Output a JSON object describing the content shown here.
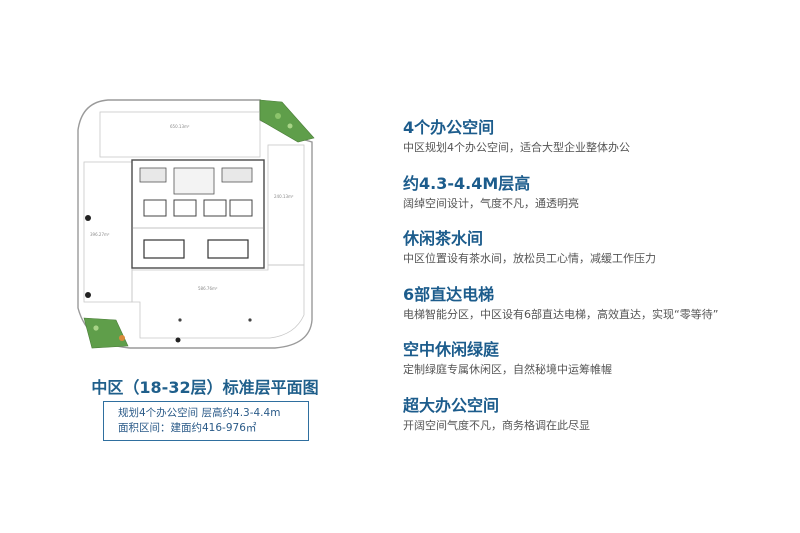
{
  "plan": {
    "areas": [
      "650.13m²",
      "240.13m²",
      "396.27m²",
      "586.76m²"
    ],
    "caption": "中区（18-32层）标准层平面图",
    "info_line1": "规划4个办公空间  层高约4.3-4.4m",
    "info_line2": "面积区间：建面约416-976㎡"
  },
  "features": [
    {
      "title": "4个办公空间",
      "desc": "中区规划4个办公空间，适合大型企业整体办公"
    },
    {
      "title": "约4.3-4.4M层高",
      "desc": "阔绰空间设计，气度不凡，通透明亮"
    },
    {
      "title": "休闲茶水间",
      "desc": "中区位置设有茶水间，放松员工心情，减缓工作压力"
    },
    {
      "title": "6部直达电梯",
      "desc": "电梯智能分区，中区设有6部直达电梯，高效直达，实现“零等待”"
    },
    {
      "title": "空中休闲绿庭",
      "desc": "定制绿庭专属休闲区，自然秘境中运筹帷幄"
    },
    {
      "title": "超大办公空间",
      "desc": "开阔空间气度不凡，商务格调在此尽显"
    }
  ],
  "colors": {
    "title_blue": "#1c5c8c",
    "caption_blue": "#1f5f8b",
    "box_border": "#2f6f9f",
    "garden_green": "#5f9e4a"
  }
}
